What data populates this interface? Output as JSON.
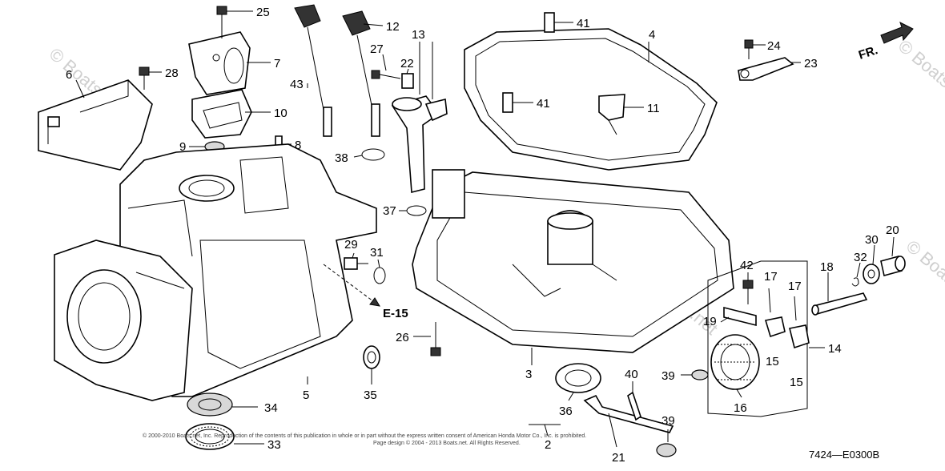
{
  "callouts": [
    {
      "id": "c25",
      "label": "25"
    },
    {
      "id": "c12",
      "label": "12"
    },
    {
      "id": "c13",
      "label": "13"
    },
    {
      "id": "c41a",
      "label": "41"
    },
    {
      "id": "c4",
      "label": "4"
    },
    {
      "id": "c24",
      "label": "24"
    },
    {
      "id": "c23",
      "label": "23"
    },
    {
      "id": "c6",
      "label": "6"
    },
    {
      "id": "c28",
      "label": "28"
    },
    {
      "id": "c7",
      "label": "7"
    },
    {
      "id": "c27",
      "label": "27"
    },
    {
      "id": "c22",
      "label": "22"
    },
    {
      "id": "c43",
      "label": "43"
    },
    {
      "id": "c10",
      "label": "10"
    },
    {
      "id": "c41b",
      "label": "41"
    },
    {
      "id": "c11",
      "label": "11"
    },
    {
      "id": "c9",
      "label": "9"
    },
    {
      "id": "c8",
      "label": "8"
    },
    {
      "id": "c38",
      "label": "38"
    },
    {
      "id": "c37",
      "label": "37"
    },
    {
      "id": "c29",
      "label": "29"
    },
    {
      "id": "c31",
      "label": "31"
    },
    {
      "id": "c42",
      "label": "42"
    },
    {
      "id": "c30",
      "label": "30"
    },
    {
      "id": "c20",
      "label": "20"
    },
    {
      "id": "c18",
      "label": "18"
    },
    {
      "id": "c32",
      "label": "32"
    },
    {
      "id": "c17a",
      "label": "17"
    },
    {
      "id": "c17b",
      "label": "17"
    },
    {
      "id": "c19",
      "label": "19"
    },
    {
      "id": "c26",
      "label": "26"
    },
    {
      "id": "c15a",
      "label": "15"
    },
    {
      "id": "c14",
      "label": "14"
    },
    {
      "id": "c3",
      "label": "3"
    },
    {
      "id": "c40",
      "label": "40"
    },
    {
      "id": "c39a",
      "label": "39"
    },
    {
      "id": "c15b",
      "label": "15"
    },
    {
      "id": "c5",
      "label": "5"
    },
    {
      "id": "c35",
      "label": "35"
    },
    {
      "id": "c34",
      "label": "34"
    },
    {
      "id": "c36",
      "label": "36"
    },
    {
      "id": "c16",
      "label": "16"
    },
    {
      "id": "c33",
      "label": "33"
    },
    {
      "id": "c2",
      "label": "2"
    },
    {
      "id": "c21",
      "label": "21"
    },
    {
      "id": "c39b",
      "label": "39"
    }
  ],
  "reference": "E-15",
  "direction_label": "FR.",
  "diagram_code": "7424—E0300B",
  "watermark": "© Boats.net",
  "footer_line1": "© 2000-2010 Boats.net, Inc. Reproduction of the contents of this publication in whole or in part without the express written consent of American Honda Motor Co., Inc. is prohibited.",
  "footer_line2": "Page design © 2004 - 2013 Boats.net. All Rights Reserved."
}
